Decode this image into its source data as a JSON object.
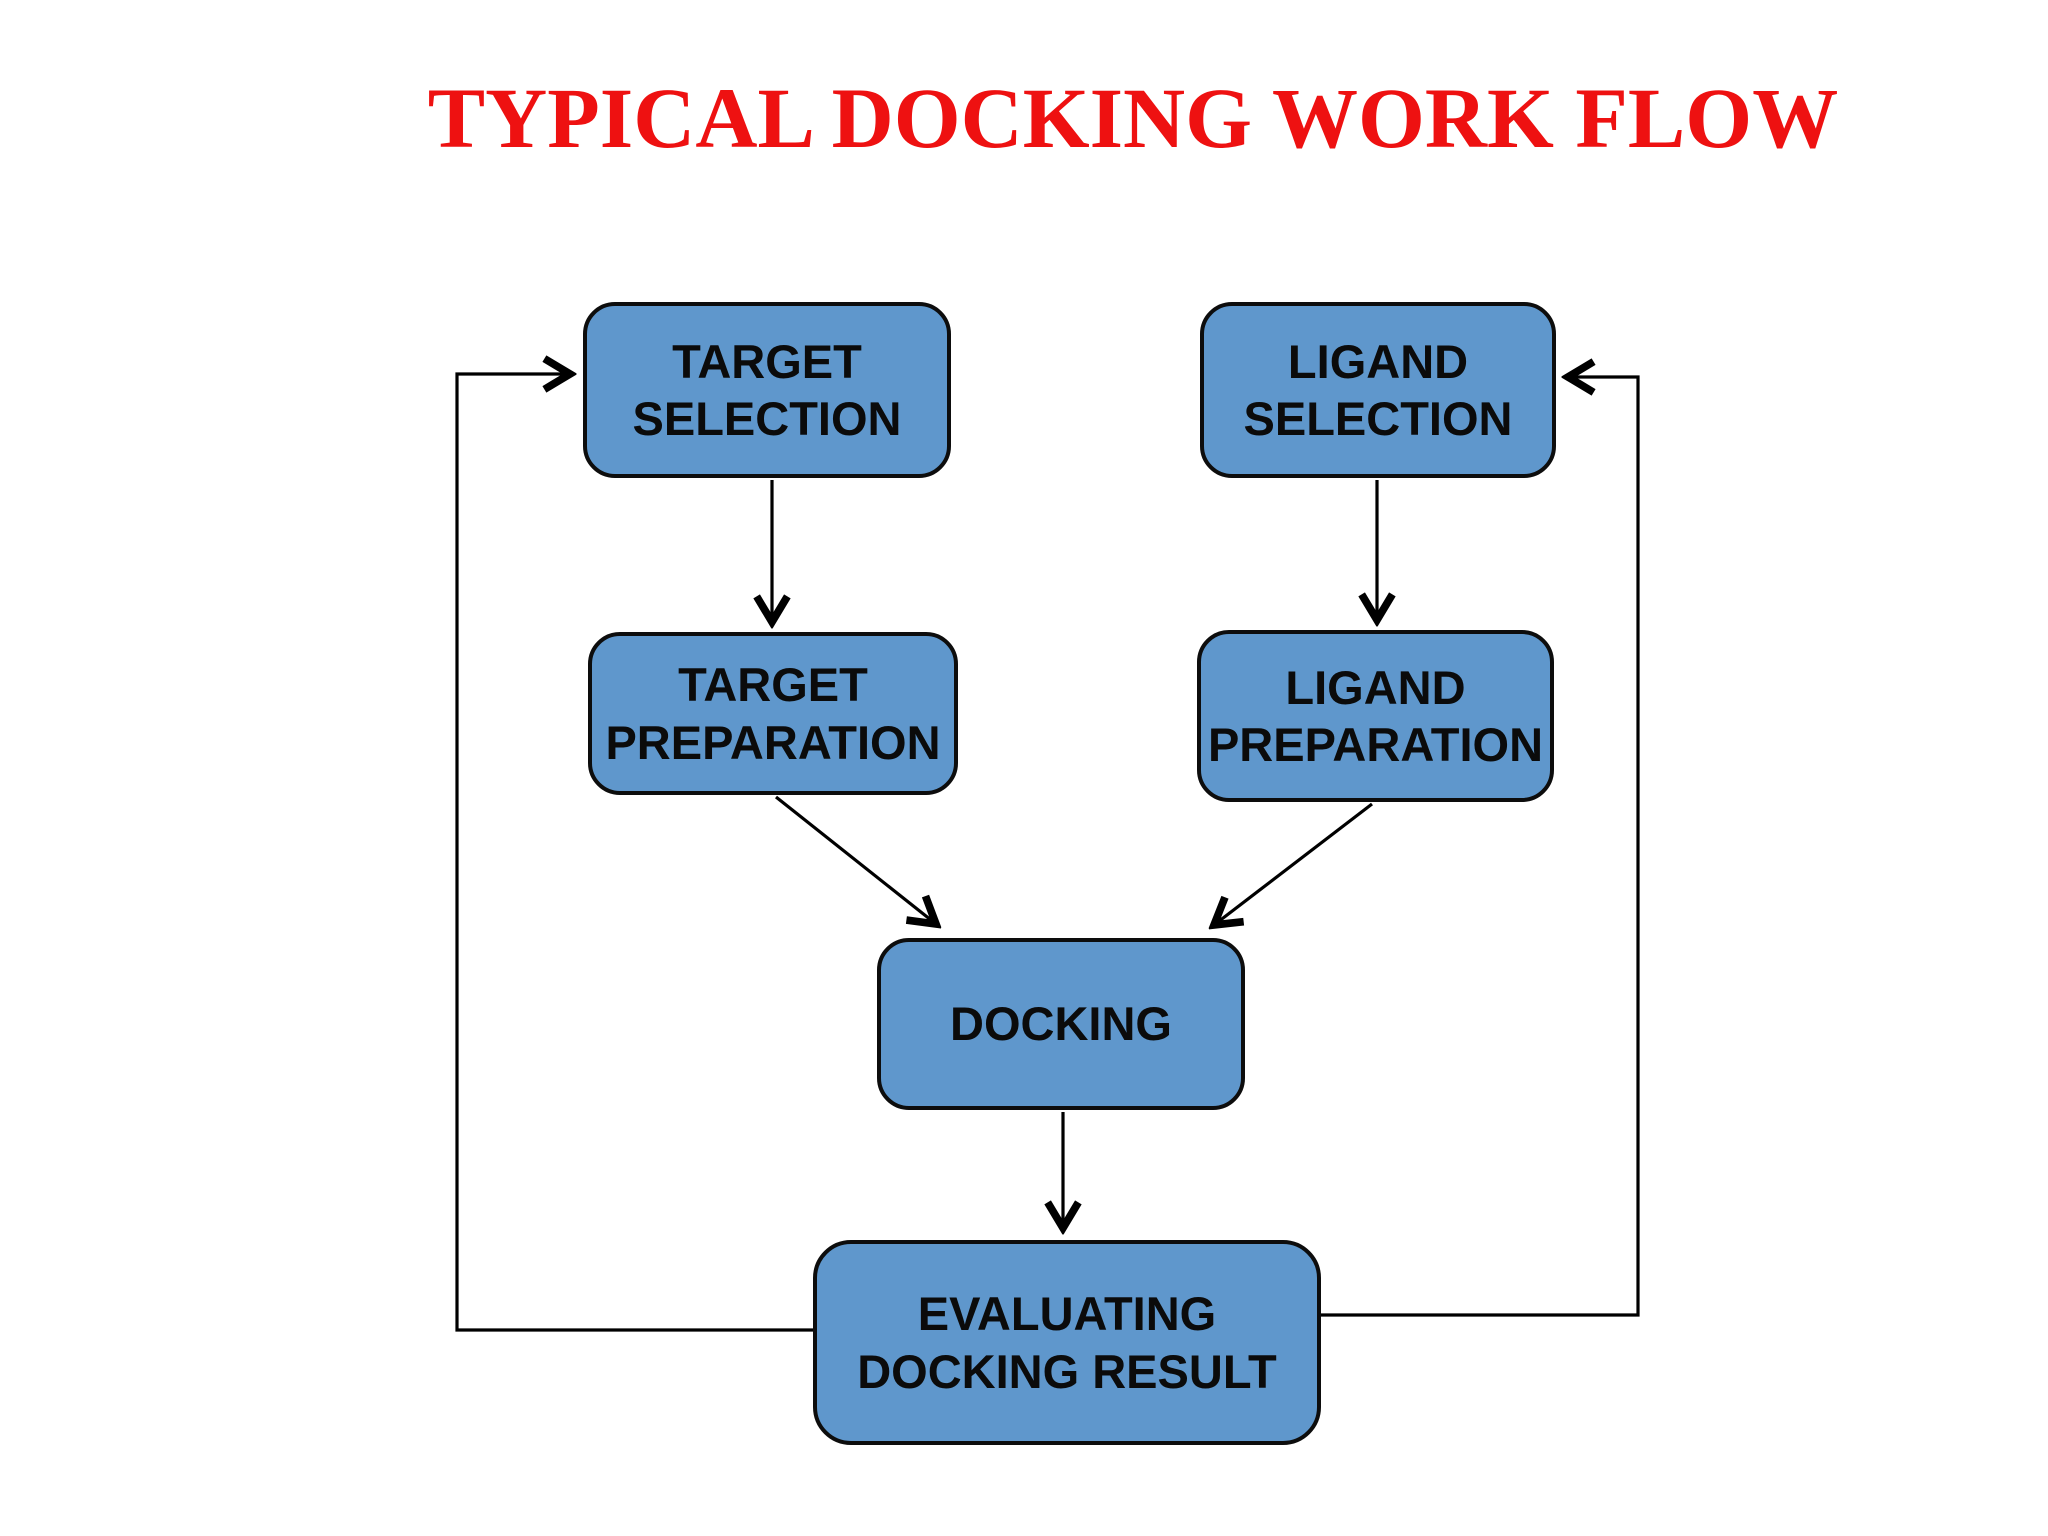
{
  "title": {
    "text": "TYPICAL DOCKING WORK FLOW"
  },
  "colors": {
    "title_red": "#ee1111",
    "node_fill": "#5f97cc",
    "node_border": "#0d0d0d",
    "arrow_color": "#000000"
  },
  "nodes": {
    "target_selection": {
      "label": "TARGET\nSELECTION"
    },
    "ligand_selection": {
      "label": "LIGAND\nSELECTION"
    },
    "target_preparation": {
      "label": "TARGET\nPREPARATION"
    },
    "ligand_preparation": {
      "label": "LIGAND\nPREPARATION"
    },
    "docking": {
      "label": "DOCKING"
    },
    "evaluating": {
      "label": "EVALUATING\nDOCKING RESULT"
    }
  },
  "edges": [
    {
      "from": "TARGET SELECTION",
      "to": "TARGET PREPARATION"
    },
    {
      "from": "LIGAND SELECTION",
      "to": "LIGAND PREPARATION"
    },
    {
      "from": "TARGET PREPARATION",
      "to": "DOCKING"
    },
    {
      "from": "LIGAND PREPARATION",
      "to": "DOCKING"
    },
    {
      "from": "DOCKING",
      "to": "EVALUATING DOCKING RESULT"
    },
    {
      "from": "EVALUATING DOCKING RESULT",
      "to": "TARGET SELECTION"
    },
    {
      "from": "EVALUATING DOCKING RESULT",
      "to": "LIGAND SELECTION"
    }
  ]
}
